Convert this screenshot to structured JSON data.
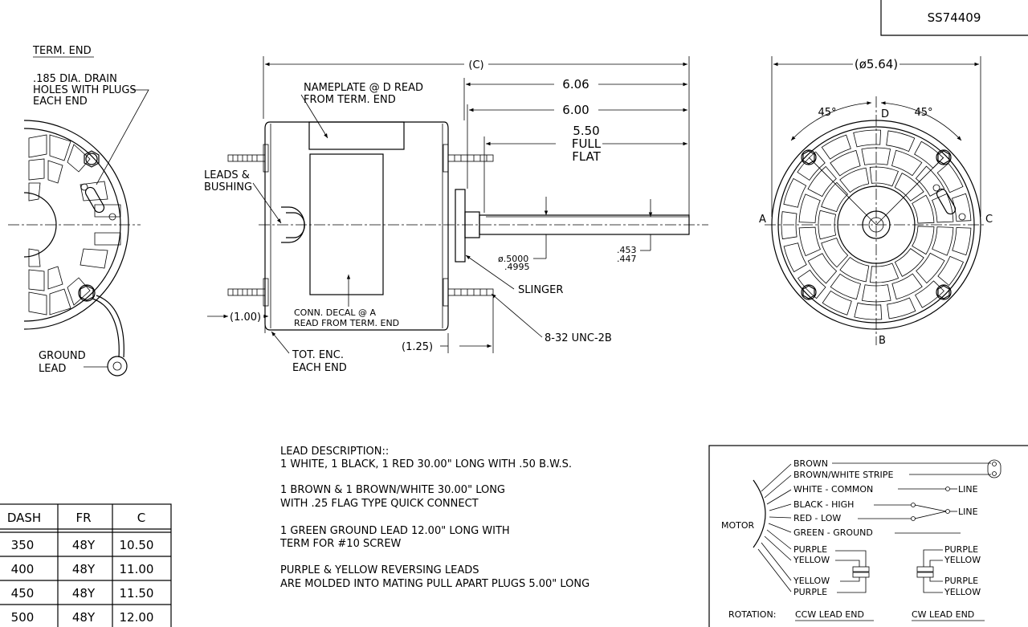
{
  "part_number": "SS74409",
  "left_view": {
    "title": "TERM. END",
    "drain_note": [
      ".185 DIA. DRAIN",
      "HOLES WITH PLUGS",
      "EACH END"
    ],
    "ground_note": [
      "GROUND",
      "LEAD"
    ]
  },
  "side_view": {
    "overall_dim": "(C)",
    "dim_606": "6.06",
    "dim_600": "6.00",
    "dim_550": [
      "5.50",
      "FULL",
      "FLAT"
    ],
    "nameplate_note": [
      "NAMEPLATE @ D READ",
      "FROM TERM. END"
    ],
    "leads_note": [
      "LEADS &",
      "BUSHING"
    ],
    "decal_note": [
      "CONN. DECAL @ A",
      "READ FROM TERM. END"
    ],
    "dim_100": "(1.00)",
    "dim_125": "(1.25)",
    "tot_enc": [
      "TOT. ENC.",
      "EACH END"
    ],
    "slinger": "SLINGER",
    "thread": "8-32 UNC-2B",
    "shaft_dia": [
      "ø.5000",
      ".4995"
    ],
    "flat_dim": [
      ".453",
      ".447"
    ]
  },
  "end_view": {
    "diameter": "(ø5.64)",
    "angle_left": "45°",
    "angle_right": "45°",
    "label_d": "D",
    "label_a": "A",
    "label_c": "C",
    "label_b": "B"
  },
  "lead_description": {
    "title": "LEAD DESCRIPTION::",
    "lines": [
      "1 WHITE, 1 BLACK, 1 RED 30.00\" LONG WITH .50 B.W.S.",
      "1 BROWN & 1 BROWN/WHITE 30.00\" LONG",
      "WITH .25 FLAG TYPE QUICK CONNECT",
      "1 GREEN GROUND LEAD 12.00\" LONG WITH",
      "TERM FOR #10 SCREW",
      "PURPLE & YELLOW REVERSING LEADS",
      "ARE MOLDED INTO MATING PULL APART PLUGS 5.00\" LONG"
    ]
  },
  "table": {
    "headers": [
      "DASH",
      "FR",
      "C"
    ],
    "rows": [
      [
        "350",
        "48Y",
        "10.50"
      ],
      [
        "400",
        "48Y",
        "11.00"
      ],
      [
        "450",
        "48Y",
        "11.50"
      ],
      [
        "500",
        "48Y",
        "12.00"
      ]
    ]
  },
  "wiring": {
    "motor": "MOTOR",
    "brown": "BROWN",
    "brown_white": "BROWN/WHITE STRIPE",
    "white": "WHITE - COMMON",
    "black": "BLACK - HIGH",
    "red": "RED - LOW",
    "green": "GREEN - GROUND",
    "line1": "LINE",
    "line2": "LINE",
    "ccw_top": [
      "PURPLE",
      "YELLOW"
    ],
    "ccw_bottom": [
      "YELLOW",
      "PURPLE"
    ],
    "cw_top": [
      "PURPLE",
      "YELLOW"
    ],
    "cw_bottom": [
      "PURPLE",
      "YELLOW"
    ],
    "rotation": "ROTATION:",
    "ccw": "CCW LEAD END",
    "cw": "CW LEAD END"
  }
}
